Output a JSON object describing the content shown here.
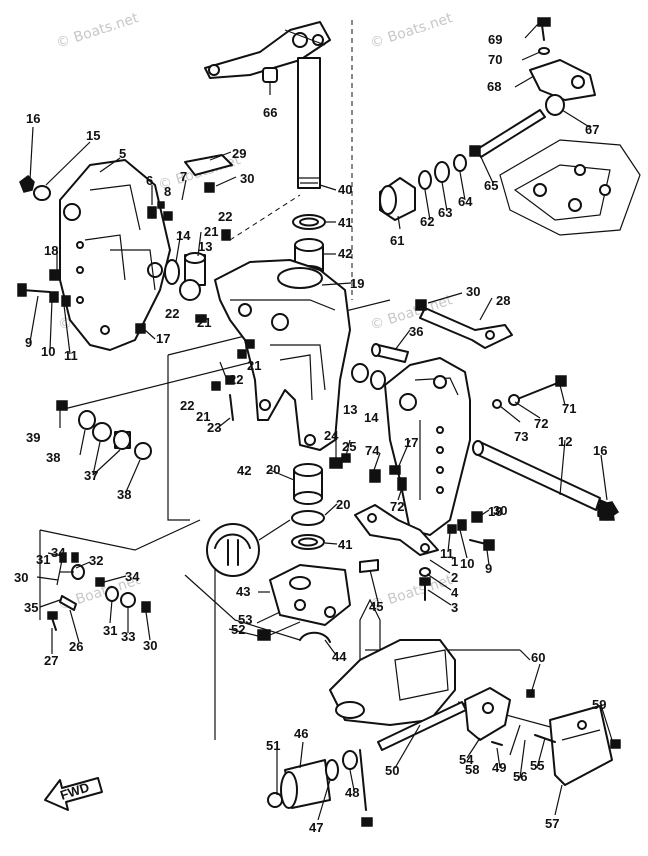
{
  "watermarks": [
    "© Boats.net",
    "© Boats.net",
    "© Boats.net",
    "© Boats.net",
    "© Boats.net",
    "© Boats.net",
    "© Boats.net"
  ],
  "fwd_label": "FWD",
  "callouts": [
    "1",
    "2",
    "3",
    "4",
    "5",
    "6",
    "7",
    "8",
    "9",
    "9",
    "10",
    "10",
    "11",
    "11",
    "12",
    "13",
    "13",
    "14",
    "14",
    "15",
    "16",
    "16",
    "17",
    "17",
    "18",
    "18",
    "19",
    "20",
    "20",
    "21",
    "21",
    "21",
    "21",
    "22",
    "22",
    "22",
    "22",
    "23",
    "24",
    "25",
    "26",
    "27",
    "28",
    "29",
    "30",
    "30",
    "30",
    "30",
    "30",
    "31",
    "31",
    "32",
    "33",
    "34",
    "34",
    "35",
    "36",
    "37",
    "38",
    "38",
    "39",
    "40",
    "41",
    "41",
    "42",
    "42",
    "43",
    "44",
    "45",
    "46",
    "47",
    "48",
    "49",
    "50",
    "51",
    "52",
    "53",
    "54",
    "55",
    "56",
    "57",
    "58",
    "59",
    "60",
    "61",
    "62",
    "63",
    "64",
    "65",
    "66",
    "67",
    "68",
    "69",
    "70",
    "71",
    "72",
    "72",
    "73",
    "74"
  ]
}
